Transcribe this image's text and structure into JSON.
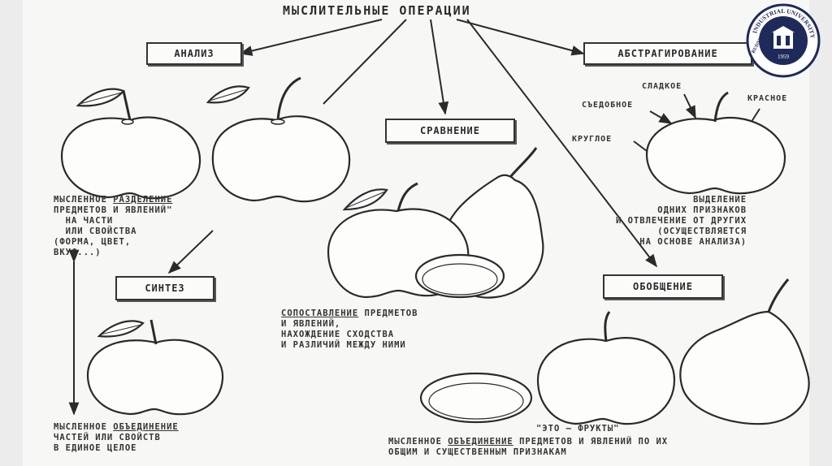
{
  "title": "МЫСЛИТЕЛЬНЫЕ ОПЕРАЦИИ",
  "boxes": {
    "analysis": "АНАЛИЗ",
    "comparison": "СРАВНЕНИЕ",
    "abstraction": "АБСТРАГИРОВАНИЕ",
    "synthesis": "СИНТЕЗ",
    "generalization": "ОБОБЩЕНИЕ"
  },
  "captions": {
    "analysis_1_underlined": "РАЗДЕЛЕНИЕ",
    "analysis_1_pre": "МЫСЛЕННОЕ ",
    "analysis_rest": "ПРЕДМЕТОВ И ЯВЛЕНИЙ\"\n  НА ЧАСТИ\n  ИЛИ СВОЙСТВА\n(ФОРМА, ЦВЕТ,\nВКУС...)",
    "comparison_underlined": "СОПОСТАВЛЕНИЕ",
    "comparison_1_post": " ПРЕДМЕТОВ",
    "comparison_rest": "И ЯВЛЕНИЙ,\nНАХОЖДЕНИЕ СХОДСТВА\nИ РАЗЛИЧИЙ МЕЖДУ НИМИ",
    "abstraction": "ВЫДЕЛЕНИЕ\nОДНИХ ПРИЗНАКОВ\nИ ОТВЛЕЧЕНИЕ ОТ ДРУГИХ\n(ОСУЩЕСТВЛЯЕТСЯ\nНА ОСНОВЕ АНАЛИЗА)",
    "synthesis_pre": "МЫСЛЕННОЕ ",
    "synthesis_underlined": "ОБЪЕДИНЕНИЕ",
    "synthesis_rest": "ЧАСТЕЙ ИЛИ СВОЙСТВ\nВ ЕДИНОЕ ЦЕЛОЕ",
    "generalization_quote": "\"ЭТО — ФРУКТЫ\"",
    "generalization_pre": "МЫСЛЕННОЕ ",
    "generalization_underlined": "ОБЪЕДИНЕНИЕ",
    "generalization_1_post": " ПРЕДМЕТОВ И ЯВЛЕНИЙ ПО ИХ",
    "generalization_rest": "ОБЩИМ И СУЩЕСТВЕННЫМ ПРИЗНАКАМ"
  },
  "attribute_labels": {
    "sweet": "СЛАДКОЕ",
    "edible": "СЪЕДОБНОЕ",
    "red": "КРАСНОЕ",
    "round": "КРУГЛОЕ"
  },
  "logo": {
    "top_text": "INDUSTRIAL UNIVERSITY",
    "side_text": "RUDNY",
    "year": "1959",
    "color": "#1e2a5a"
  }
}
